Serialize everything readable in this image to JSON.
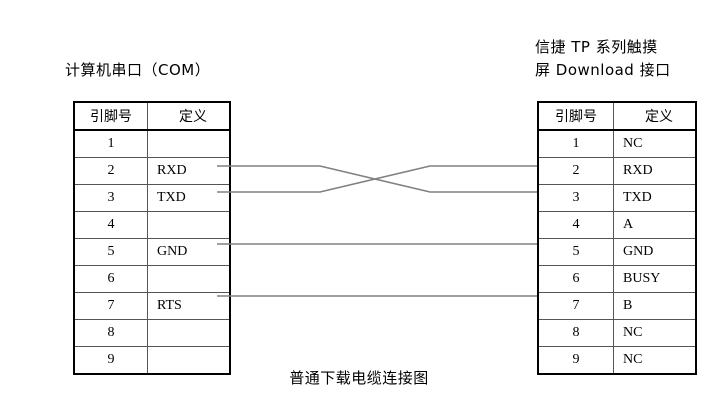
{
  "diagram": {
    "caption": "普通下载电缆连接图",
    "left_panel": {
      "title": "计算机串口（COM）",
      "headers": {
        "pin": "引脚号",
        "definition": "定义"
      },
      "rows": [
        {
          "pin": "1",
          "definition": ""
        },
        {
          "pin": "2",
          "definition": "RXD"
        },
        {
          "pin": "3",
          "definition": "TXD"
        },
        {
          "pin": "4",
          "definition": ""
        },
        {
          "pin": "5",
          "definition": "GND"
        },
        {
          "pin": "6",
          "definition": ""
        },
        {
          "pin": "7",
          "definition": "RTS"
        },
        {
          "pin": "8",
          "definition": ""
        },
        {
          "pin": "9",
          "definition": ""
        }
      ]
    },
    "right_panel": {
      "title_line1": "信捷 TP 系列触摸",
      "title_line2": "屏 Download 接口",
      "headers": {
        "pin": "引脚号",
        "definition": "定义"
      },
      "rows": [
        {
          "pin": "1",
          "definition": "NC"
        },
        {
          "pin": "2",
          "definition": "RXD"
        },
        {
          "pin": "3",
          "definition": "TXD"
        },
        {
          "pin": "4",
          "definition": "A"
        },
        {
          "pin": "5",
          "definition": "GND"
        },
        {
          "pin": "6",
          "definition": "BUSY"
        },
        {
          "pin": "7",
          "definition": "B"
        },
        {
          "pin": "8",
          "definition": "NC"
        },
        {
          "pin": "9",
          "definition": "NC"
        }
      ]
    },
    "connections": [
      {
        "from_pin": "2",
        "from_signal": "RXD",
        "to_pin": "3",
        "to_signal": "TXD",
        "style": "crossed"
      },
      {
        "from_pin": "3",
        "from_signal": "TXD",
        "to_pin": "2",
        "to_signal": "RXD",
        "style": "crossed"
      },
      {
        "from_pin": "5",
        "from_signal": "GND",
        "to_pin": "5",
        "to_signal": "GND",
        "style": "straight"
      },
      {
        "from_pin": "7",
        "from_signal": "RTS",
        "to_pin": "7",
        "to_signal": "B",
        "style": "straight"
      }
    ],
    "colors": {
      "wire": "#808080",
      "border": "#000000",
      "grid": "#555555",
      "background": "#ffffff"
    }
  }
}
